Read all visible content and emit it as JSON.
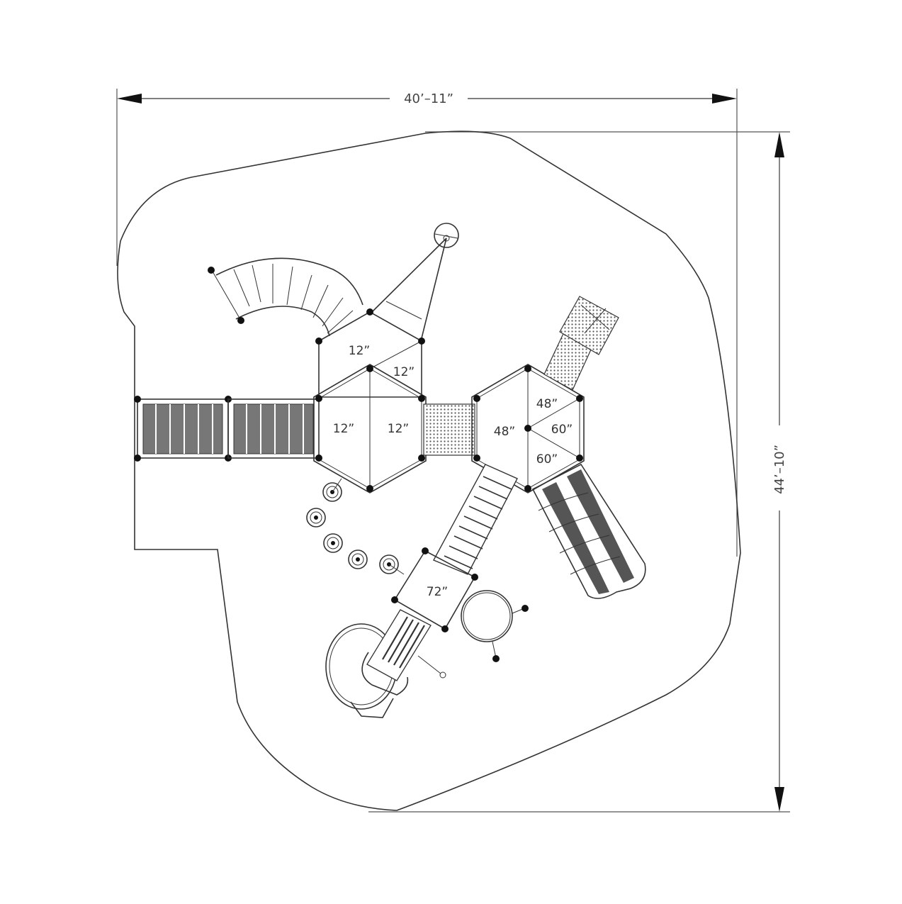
{
  "drawing": {
    "type": "playground plan view",
    "colors": {
      "line": "#333333",
      "fill_dark": "#555555",
      "background": "#ffffff"
    }
  },
  "dimensions": {
    "width_label": "40’–11”",
    "height_label": "44’–10”"
  },
  "decks": {
    "hex_left_top": {
      "label_a": "12”",
      "label_b": "12”"
    },
    "hex_left_main": {
      "label_left": "12”",
      "label_right": "12”"
    },
    "hex_right": {
      "label_left": "48”",
      "label_top": "48”",
      "label_right": "60”",
      "label_bottom": "60”"
    },
    "square_deck": {
      "label": "72”"
    }
  },
  "components": [
    {
      "name": "curved-arch-ladder"
    },
    {
      "name": "steering-wheel-panel"
    },
    {
      "name": "left-bridge-section-1"
    },
    {
      "name": "left-bridge-section-2"
    },
    {
      "name": "perforated-bridge"
    },
    {
      "name": "upper-right-stair-landing"
    },
    {
      "name": "diagonal-ladder-bridge"
    },
    {
      "name": "double-wave-slide"
    },
    {
      "name": "stepping-pods"
    },
    {
      "name": "round-platform"
    },
    {
      "name": "spiral-slide"
    }
  ]
}
